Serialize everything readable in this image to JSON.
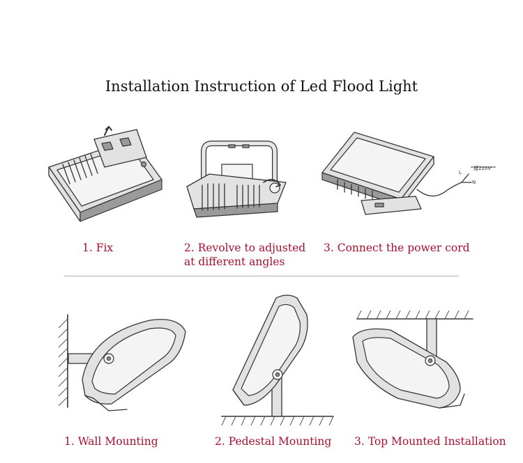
{
  "title": "Installation Instruction of Led Flood Light",
  "colors": {
    "caption": "#a8102e",
    "title": "#111111",
    "line": "#333333"
  },
  "steps": [
    {
      "label": "1. Fix"
    },
    {
      "label_line1": "2. Revolve to adjusted",
      "label_line2": "at different angles"
    },
    {
      "label": "3. Connect the power cord"
    }
  ],
  "wire_labels": {
    "live": "L",
    "neutral": "N",
    "voltage": "接220V"
  },
  "mountings": [
    {
      "label": "1. Wall Mounting"
    },
    {
      "label": "2. Pedestal Mounting"
    },
    {
      "label": "3. Top Mounted Installation"
    }
  ]
}
